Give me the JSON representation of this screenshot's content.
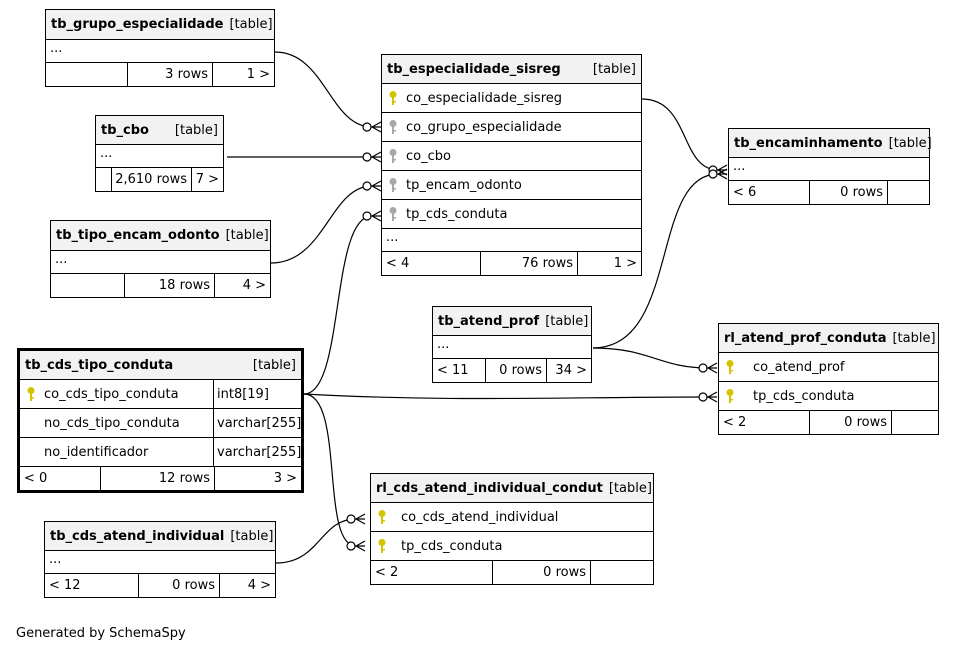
{
  "footer_text": "Generated by SchemaSpy",
  "tables": {
    "grupo": {
      "name": "tb_grupo_especialidade",
      "tag": "[table]",
      "dots": "...",
      "footer": [
        "",
        "3 rows",
        "1 >"
      ]
    },
    "cbo": {
      "name": "tb_cbo",
      "tag": "[table]",
      "dots": "...",
      "footer": [
        "",
        "2,610 rows",
        "7 >"
      ]
    },
    "tipoenc": {
      "name": "tb_tipo_encam_odonto",
      "tag": "[table]",
      "dots": "...",
      "footer": [
        "",
        "18 rows",
        "4 >"
      ]
    },
    "esp": {
      "name": "tb_especialidade_sisreg",
      "tag": "[table]",
      "columns": [
        {
          "name": "co_especialidade_sisreg",
          "key": "primary"
        },
        {
          "name": "co_grupo_especialidade",
          "key": "foreign"
        },
        {
          "name": "co_cbo",
          "key": "foreign"
        },
        {
          "name": "tp_encam_odonto",
          "key": "foreign"
        },
        {
          "name": "tp_cds_conduta",
          "key": "foreign"
        }
      ],
      "dots": "...",
      "footer": [
        "< 4",
        "76 rows",
        "1 >"
      ]
    },
    "enc": {
      "name": "tb_encaminhamento",
      "tag": "[table]",
      "dots": "...",
      "footer": [
        "< 6",
        "0 rows",
        ""
      ]
    },
    "atend": {
      "name": "tb_atend_prof",
      "tag": "[table]",
      "dots": "...",
      "footer": [
        "< 11",
        "0 rows",
        "34 >"
      ]
    },
    "conduta": {
      "name": "tb_cds_tipo_conduta",
      "tag": "[table]",
      "columns": [
        {
          "name": "co_cds_tipo_conduta",
          "key": "primary",
          "type": "int8[19]"
        },
        {
          "name": "no_cds_tipo_conduta",
          "key": "",
          "type": "varchar[255]"
        },
        {
          "name": "no_identificador",
          "key": "",
          "type": "varchar[255]"
        }
      ],
      "footer": [
        "< 0",
        "12 rows",
        "3 >"
      ]
    },
    "rlatend": {
      "name": "rl_atend_prof_conduta",
      "tag": "[table]",
      "columns": [
        {
          "name": "co_atend_prof",
          "key": "primary"
        },
        {
          "name": "tp_cds_conduta",
          "key": "primary"
        }
      ],
      "footer": [
        "< 2",
        "0 rows",
        ""
      ]
    },
    "indiv": {
      "name": "tb_cds_atend_individual",
      "tag": "[table]",
      "dots": "...",
      "footer": [
        "< 12",
        "0 rows",
        "4 >"
      ]
    },
    "rlindiv": {
      "name": "rl_cds_atend_individual_condut",
      "tag": "[table]",
      "columns": [
        {
          "name": "co_cds_atend_individual",
          "key": "primary"
        },
        {
          "name": "tp_cds_conduta",
          "key": "primary"
        }
      ],
      "footer": [
        "< 2",
        "0 rows",
        ""
      ]
    }
  },
  "colors": {
    "primary_key": "#d4c400",
    "foreign_key": "#a8a8a8",
    "line": "#000000"
  }
}
